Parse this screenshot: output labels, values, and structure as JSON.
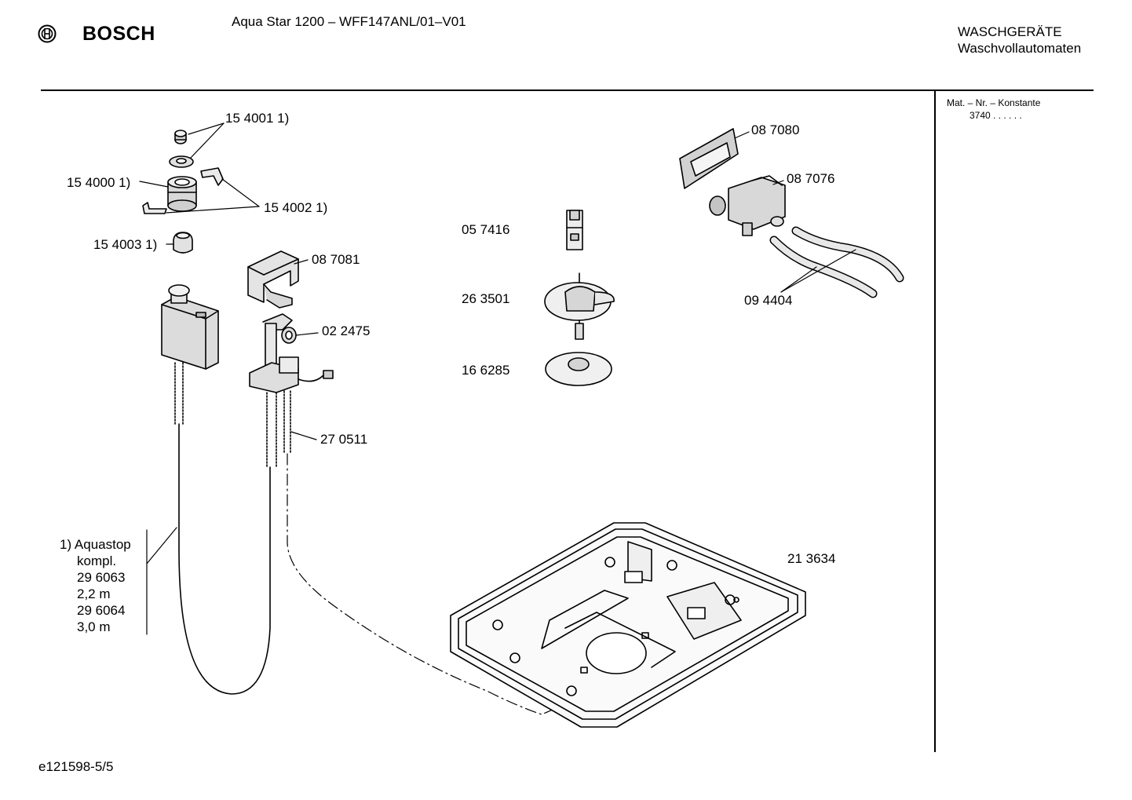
{
  "header": {
    "brand": "BOSCH",
    "title": "Aqua Star 1200 – WFF147ANL/01–V01",
    "category": "WASCHGERÄTE",
    "subcategory": "Waschvollautomaten"
  },
  "sidebar": {
    "heading": "Mat. – Nr. – Konstante",
    "value": "3740 .  .   .  .  .  ."
  },
  "parts": {
    "p154001": "15 4001 1)",
    "p154000": "15 4000 1)",
    "p154002": "15 4002 1)",
    "p154003": "15 4003 1)",
    "p087081": "08 7081",
    "p022475": "02 2475",
    "p270511": "27 0511",
    "p057416": "05 7416",
    "p263501": "26 3501",
    "p166285": "16 6285",
    "p087080": "08 7080",
    "p087076": "08 7076",
    "p094404": "09 4404",
    "p213634": "21 3634"
  },
  "note": {
    "line1": "1) Aquastop",
    "line2": "kompl.",
    "line3": "29 6063",
    "line4": "2,2 m",
    "line5": "29 6064",
    "line6": "3,0 m"
  },
  "footer": {
    "doc_id": "e121598-5/5"
  },
  "icons": [
    "bosch-logo-icon"
  ]
}
